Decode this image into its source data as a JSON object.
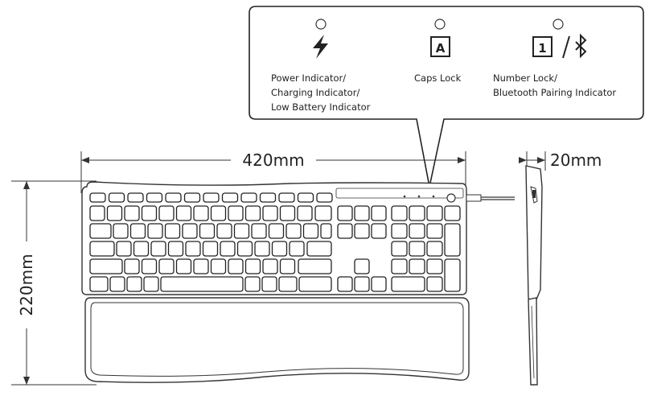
{
  "indicators": [
    {
      "icon": "lightning-icon",
      "lines": [
        "Power Indicator/",
        "Charging Indicator/",
        "Low Battery Indicator"
      ]
    },
    {
      "icon": "caps-lock-icon",
      "glyph": "A",
      "lines": [
        "Caps Lock"
      ]
    },
    {
      "icon": "number-lock-bluetooth-icon",
      "glyph": "1",
      "lines": [
        "Number Lock/",
        "Bluetooth Pairing Indicator"
      ]
    }
  ],
  "dimensions": {
    "width": "420mm",
    "height": "220mm",
    "depth": "20mm"
  }
}
